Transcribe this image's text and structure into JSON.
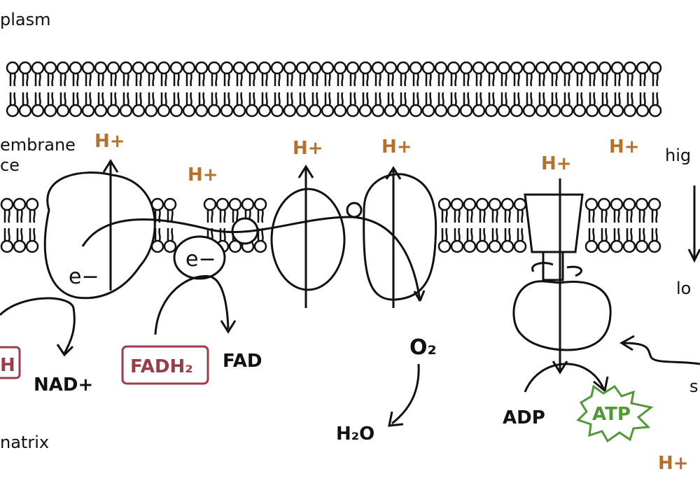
{
  "labels": {
    "region_top": "plasm",
    "region_membrane_line1": "embrane",
    "region_membrane_line2": "ce",
    "region_bottom": "natrix",
    "gradient_high": "hig",
    "gradient_low": "lo",
    "side_letter": "s"
  },
  "protons": {
    "h1": "H+",
    "h2": "H+",
    "h3": "H+",
    "h4": "H+",
    "h5": "H+",
    "h6": "H+",
    "h7": "H+"
  },
  "electrons": {
    "e1": "e−",
    "e2": "e−"
  },
  "molecules": {
    "nadh_partial": "H",
    "nad_plus": "NAD+",
    "fadh2": "FADH₂",
    "fad": "FAD",
    "oxygen": "O₂",
    "water": "H₂O",
    "adp": "ADP",
    "atp": "ATP"
  },
  "colors": {
    "ink": "#111111",
    "proton": "#b5702a",
    "nadh_box": "#9c3c4b",
    "atp": "#4f9a35"
  }
}
